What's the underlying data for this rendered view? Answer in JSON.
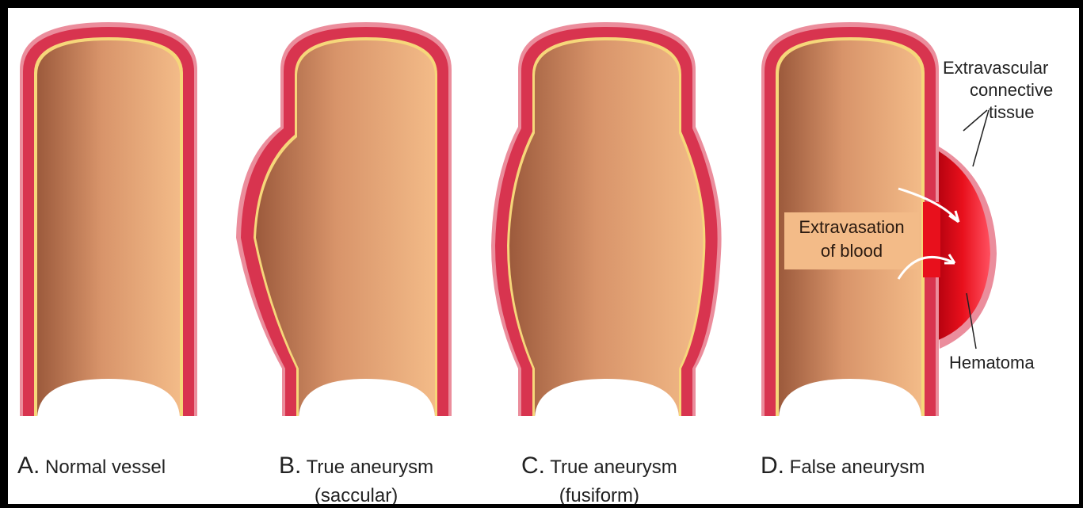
{
  "panels": [
    {
      "letter": "A.",
      "title": "Normal vessel",
      "subtitle": ""
    },
    {
      "letter": "B.",
      "title": "True aneurysm",
      "subtitle": "(saccular)"
    },
    {
      "letter": "C.",
      "title": "True aneurysm",
      "subtitle": "(fusiform)"
    },
    {
      "letter": "D.",
      "title": "False aneurysm",
      "subtitle": ""
    }
  ],
  "annotations": {
    "extravascular_line1": "Extravascular",
    "extravascular_line2": "connective",
    "extravascular_line3": "tissue",
    "extravasation_line1": "Extravasation",
    "extravasation_line2": "of blood",
    "hematoma": "Hematoma"
  },
  "colors": {
    "vessel_wall": "#d8344f",
    "outer_layer": "#eb8d9c",
    "inner_lining": "#f6d77a",
    "lumen_dark": "#9c5a3c",
    "lumen_light": "#f0b684",
    "hematoma": "#e8101c",
    "background": "#ffffff"
  }
}
